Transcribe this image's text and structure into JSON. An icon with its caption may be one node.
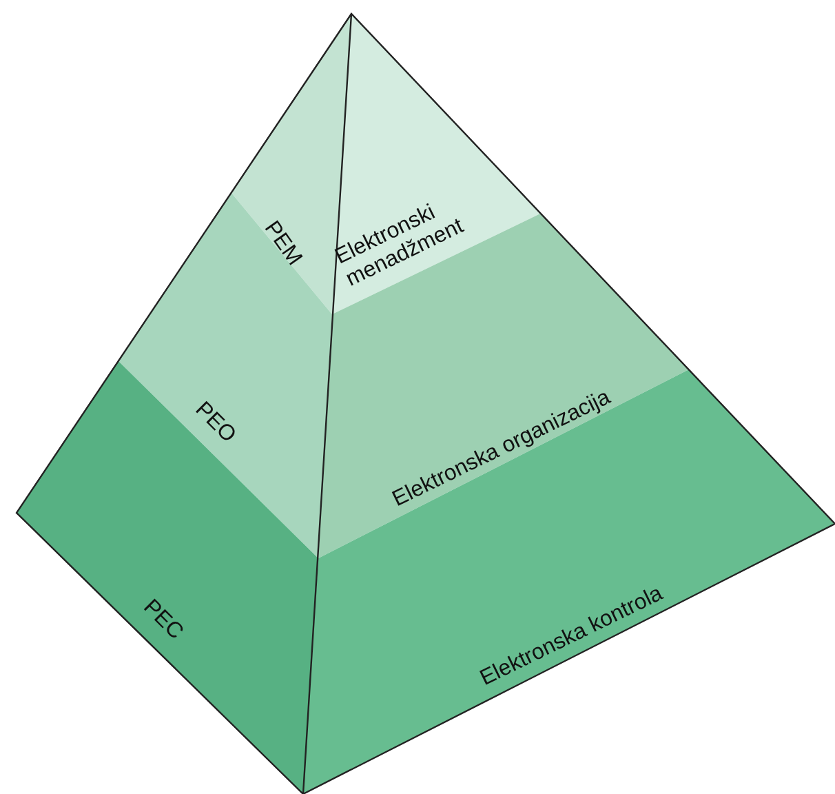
{
  "diagram": {
    "nodes": [
      {
        "text": [
          "PEM",
          "Elektronski menadžment"
        ]
      },
      {
        "text": [
          "PEO",
          "Elektronska organizacija"
        ]
      },
      {
        "text": [
          "PEC",
          "Elektronska kontrola"
        ]
      }
    ]
  }
}
